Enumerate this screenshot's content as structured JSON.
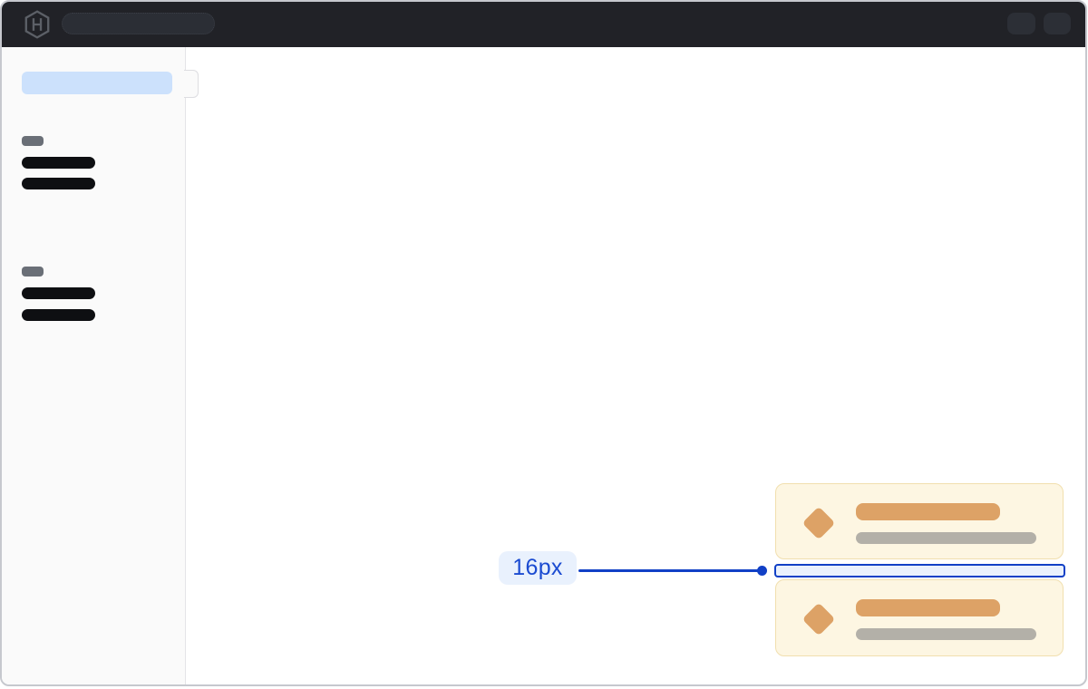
{
  "annotation": {
    "label": "16px"
  },
  "navbar": {
    "logo_icon": "hashicorp-logo-icon",
    "placeholders": [
      "search-field",
      "nav-button",
      "nav-button"
    ]
  },
  "sidebar": {
    "active_item": "active-nav-pill",
    "groups": [
      {
        "section_label": "placeholder",
        "items": [
          "placeholder",
          "placeholder"
        ]
      },
      {
        "section_label": "placeholder",
        "items": [
          "placeholder",
          "placeholder"
        ]
      }
    ]
  },
  "cards": [
    {
      "icon": "diamond-icon",
      "title": "placeholder",
      "subtitle": "placeholder"
    },
    {
      "icon": "diamond-icon",
      "title": "placeholder",
      "subtitle": "placeholder"
    }
  ],
  "colors": {
    "accent_blue": "#1140c6",
    "annotation_text": "#1b4bd1",
    "annotation_bg": "#e9f1fd",
    "spacer_fill": "#eaf1fd",
    "navbar_bg": "#212227",
    "navbar_placeholder": "#2b2e35",
    "logo_gray": "#5c6067",
    "sidebar_bg": "#fafafa",
    "sidebar_active_bg": "#cce1fc",
    "skeleton_dark": "#0e0f12",
    "skeleton_section": "#6a6f77",
    "card_bg": "#fdf6e2",
    "card_border": "#f1dfae",
    "card_orange": "#dda266",
    "card_gray_bar": "#b3b0a8",
    "window_border": "#c6c8ce"
  }
}
